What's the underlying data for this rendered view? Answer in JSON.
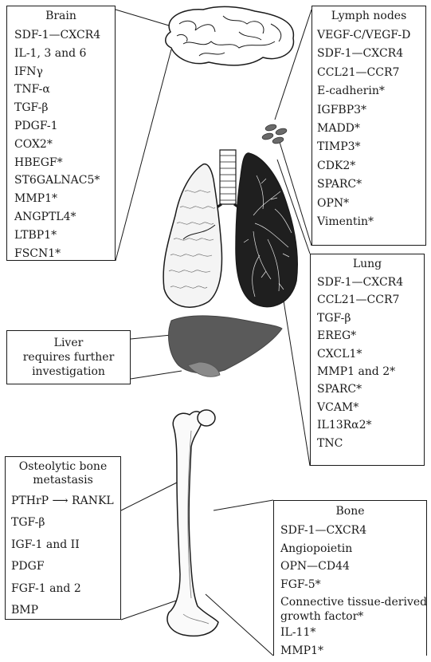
{
  "brain": {
    "title": "Brain",
    "items": [
      "SDF-1—CXCR4",
      "IL-1, 3 and 6",
      "IFNγ",
      "TNF-α",
      "TGF-β",
      "PDGF-1",
      "COX2*",
      "HBEGF*",
      "ST6GALNAC5*",
      "MMP1*",
      "ANGPTL4*",
      "LTBP1*",
      "FSCN1*"
    ]
  },
  "lymph_nodes": {
    "title": "Lymph nodes",
    "items": [
      "VEGF-C/VEGF-D",
      "SDF-1—CXCR4",
      "CCL21—CCR7",
      "E-cadherin*",
      "IGFBP3*",
      "MADD*",
      "TIMP3*",
      "CDK2*",
      "SPARC*",
      "OPN*",
      "Vimentin*"
    ]
  },
  "lung": {
    "title": "Lung",
    "items": [
      "SDF-1—CXCR4",
      "CCL21—CCR7",
      "TGF-β",
      "EREG*",
      "CXCL1*",
      "MMP1 and 2*",
      "SPARC*",
      "VCAM*",
      "IL13Rα2*",
      "TNC"
    ]
  },
  "liver": {
    "title": "Liver",
    "text": "requires further investigation"
  },
  "osteolytic": {
    "title": "Osteolytic bone metastasis",
    "items": [
      "PTHrP ⟶ RANKL",
      "TGF-β",
      "IGF-1 and II",
      "PDGF",
      "FGF-1 and 2",
      "BMP"
    ]
  },
  "bone": {
    "title": "Bone",
    "items": [
      "SDF-1—CXCR4",
      "Angiopoietin",
      "OPN—CD44",
      "FGF-5*",
      "Connective tissue-derived growth factor*",
      "IL-11*",
      "MMP1*"
    ]
  },
  "colors": {
    "line": "#1a1a1a",
    "liver_fill": "#5a5a5a",
    "gallbladder_fill": "#8a8a8a",
    "lymph_fill": "#6a6a6a",
    "lung_dark": "#1f1f1f"
  }
}
